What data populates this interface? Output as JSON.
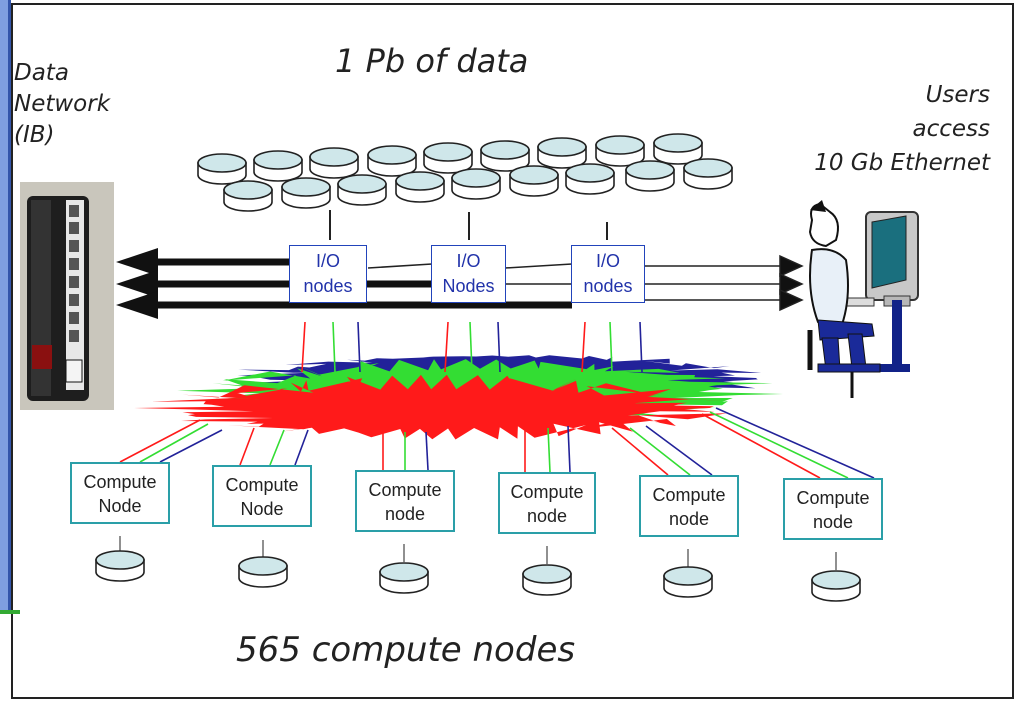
{
  "title": "1 Pb of data",
  "footer": "565 compute nodes",
  "data_network": {
    "line1": "Data",
    "line2": "Network",
    "line3": "(IB)"
  },
  "users": {
    "line1": "Users",
    "line2": "access",
    "line3": "10 Gb Ethernet"
  },
  "io_nodes": [
    {
      "line1": "I/O",
      "line2": "nodes"
    },
    {
      "line1": "I/O",
      "line2": "Nodes"
    },
    {
      "line1": "I/O",
      "line2": "nodes"
    }
  ],
  "compute_nodes": [
    {
      "line1": "Compute",
      "line2": "Node"
    },
    {
      "line1": "Compute",
      "line2": "Node"
    },
    {
      "line1": "Compute",
      "line2": "node"
    },
    {
      "line1": "Compute",
      "line2": "node"
    },
    {
      "line1": "Compute",
      "line2": "node"
    },
    {
      "line1": "Compute",
      "line2": "node"
    }
  ],
  "colors": {
    "disk_fill": "#cfe7ea",
    "box_border": "#2a9fa8",
    "io_border": "#2244bb",
    "red_net": "#ff1a1a",
    "green_net": "#33dd33",
    "blue_net": "#222299"
  }
}
